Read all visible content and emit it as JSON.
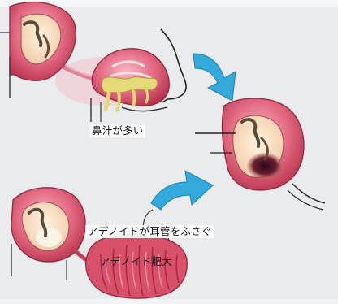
{
  "captions": {
    "mucus": "鼻汁が多い",
    "blocks_tube": "アデノイドが耳管をふさぐ",
    "enlarged": "アデノイド肥大"
  },
  "colors": {
    "background": "#e9ebec",
    "tissue": "#e0536b",
    "tissue_dark": "#b8334d",
    "tissue_light": "#f3b3c0",
    "mucus": "#e3d66a",
    "arrow": "#33a9dc",
    "bruise": "#5a1a2a"
  },
  "icons": {
    "arrow_upper": "curved-arrow-down-right",
    "arrow_lower": "curved-arrow-right"
  }
}
